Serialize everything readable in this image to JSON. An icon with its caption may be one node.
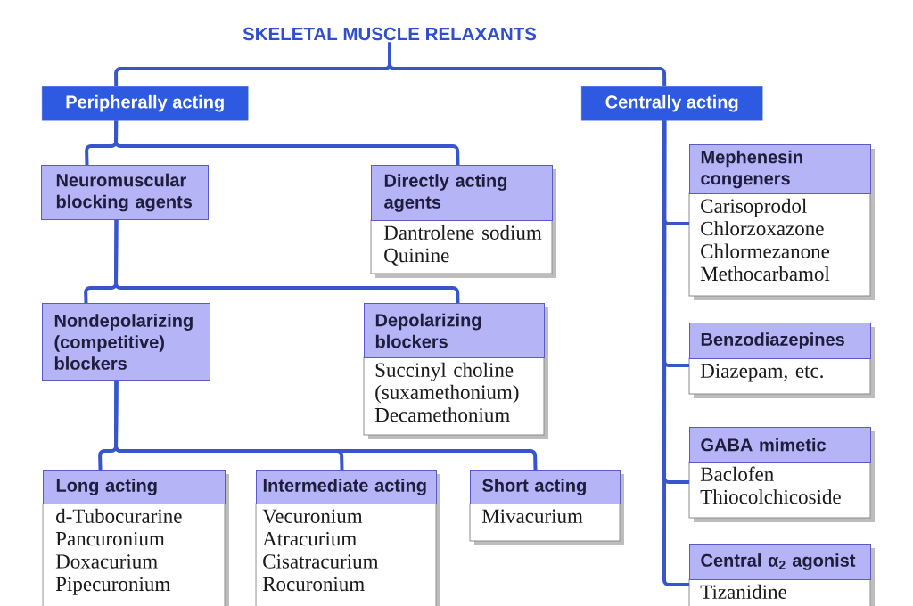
{
  "diagram": {
    "nodes": [
      {
        "text": [
          "SKELETAL MUSCLE RELAXANTS"
        ]
      },
      {
        "text": [
          "Peripherally acting"
        ]
      },
      {
        "text": [
          "Centrally acting"
        ]
      },
      {
        "text": [
          "Neuromuscular blocking agents"
        ]
      },
      {
        "text": [
          "Directly acting agents",
          "Dantrolene sodium",
          "Quinine"
        ]
      },
      {
        "text": [
          "Nondepolarizing (competitive) blockers"
        ]
      },
      {
        "text": [
          "Depolarizing blockers",
          "Succinyl choline (suxamethonium)",
          "Decamethonium"
        ]
      },
      {
        "text": [
          "Long acting",
          "d-Tubocurarine",
          "Pancuronium",
          "Doxacurium",
          "Pipecuronium"
        ]
      },
      {
        "text": [
          "Intermediate acting",
          "Vecuronium",
          "Atracurium",
          "Cisatracurium",
          "Rocuronium"
        ]
      },
      {
        "text": [
          "Short acting",
          "Mivacurium"
        ]
      },
      {
        "text": [
          "Mephenesin congeners",
          "Carisoprodol",
          "Chlorzoxazone",
          "Chlormezanone",
          "Methocarbamol"
        ]
      },
      {
        "text": [
          "Benzodiazepines",
          "Diazepam, etc."
        ]
      },
      {
        "text": [
          "GABA mimetic",
          "Baclofen",
          "Thiocolchicoside"
        ]
      },
      {
        "text": [
          "Central α$_{2}$ agonist",
          "Tizanidine"
        ]
      }
    ],
    "edges": [
      {
        "from": 0,
        "to": 1,
        "arrow": "none"
      },
      {
        "from": 0,
        "to": 2,
        "arrow": "none"
      },
      {
        "from": 1,
        "to": 3,
        "arrow": "none"
      },
      {
        "from": 1,
        "to": 4,
        "arrow": "none"
      },
      {
        "from": 3,
        "to": 5,
        "arrow": "none"
      },
      {
        "from": 3,
        "to": 6,
        "arrow": "none"
      },
      {
        "from": 5,
        "to": 7,
        "arrow": "none"
      },
      {
        "from": 5,
        "to": 8,
        "arrow": "none"
      },
      {
        "from": 5,
        "to": 9,
        "arrow": "none"
      },
      {
        "from": 2,
        "to": 10,
        "arrow": "none"
      },
      {
        "from": 2,
        "to": 11,
        "arrow": "none"
      },
      {
        "from": 2,
        "to": 12,
        "arrow": "none"
      },
      {
        "from": 2,
        "to": 13,
        "arrow": "none"
      }
    ]
  }
}
